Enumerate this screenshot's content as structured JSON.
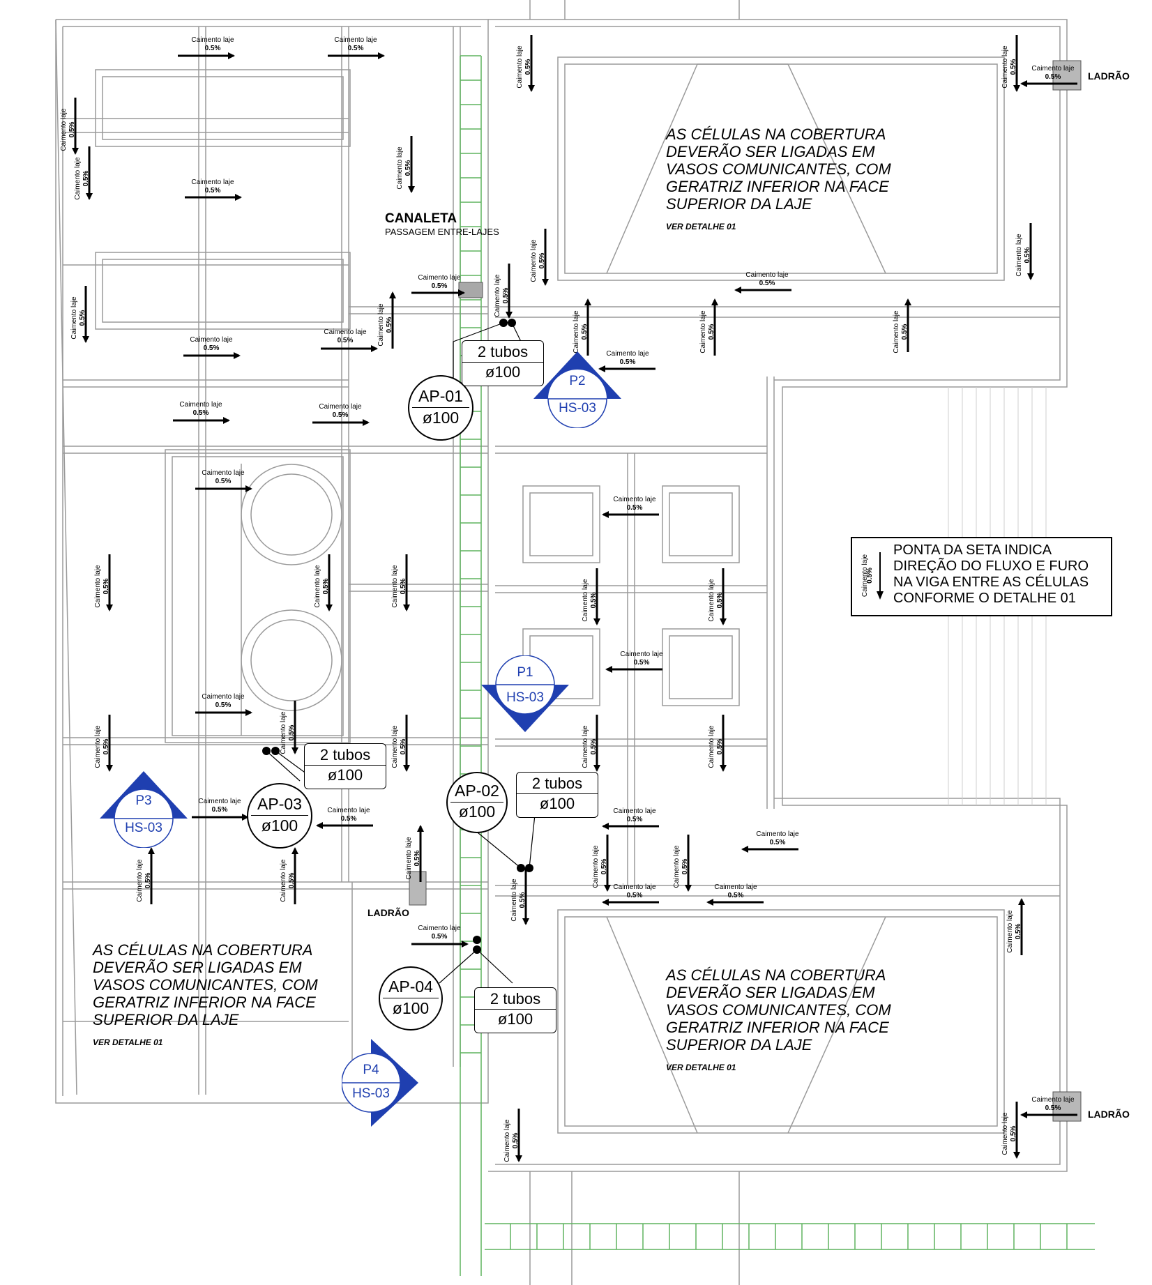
{
  "slope_label": {
    "title": "Caimento laje",
    "value": "0.5%"
  },
  "canaleta": {
    "title": "CANALETA",
    "subtitle": "PASSAGEM ENTRE-LAJES"
  },
  "ladrao_label": "LADRÃO",
  "notes": {
    "lines": [
      "AS CÉLULAS NA COBERTURA",
      "DEVERÃO SER LIGADAS EM",
      "VASOS COMUNICANTES, COM",
      "GERATRIZ INFERIOR NA FACE",
      "SUPERIOR DA LAJE"
    ],
    "detail": "VER DETALHE 01"
  },
  "legend": {
    "lines": [
      "PONTA DA SETA INDICA",
      "DIREÇÃO DO FLUXO E FURO",
      "NA VIGA ENTRE AS CÉLULAS",
      "CONFORME O DETALHE 01"
    ]
  },
  "drains": [
    {
      "id": "AP-01",
      "diameter": "ø100"
    },
    {
      "id": "AP-02",
      "diameter": "ø100"
    },
    {
      "id": "AP-03",
      "diameter": "ø100"
    },
    {
      "id": "AP-04",
      "diameter": "ø100"
    }
  ],
  "tubes": {
    "count_label": "2 tubos",
    "diameter": "ø100"
  },
  "section_marks": [
    {
      "id": "P1",
      "sheet": "HS-03"
    },
    {
      "id": "P2",
      "sheet": "HS-03"
    },
    {
      "id": "P3",
      "sheet": "HS-03"
    },
    {
      "id": "P4",
      "sheet": "HS-03"
    }
  ],
  "colors": {
    "line": "#9a9a9a",
    "dark": "#000000",
    "section_mark": "#1f3fb0",
    "stair_green": "#5fb35f",
    "ladrao_box": "#b8b8b8"
  }
}
